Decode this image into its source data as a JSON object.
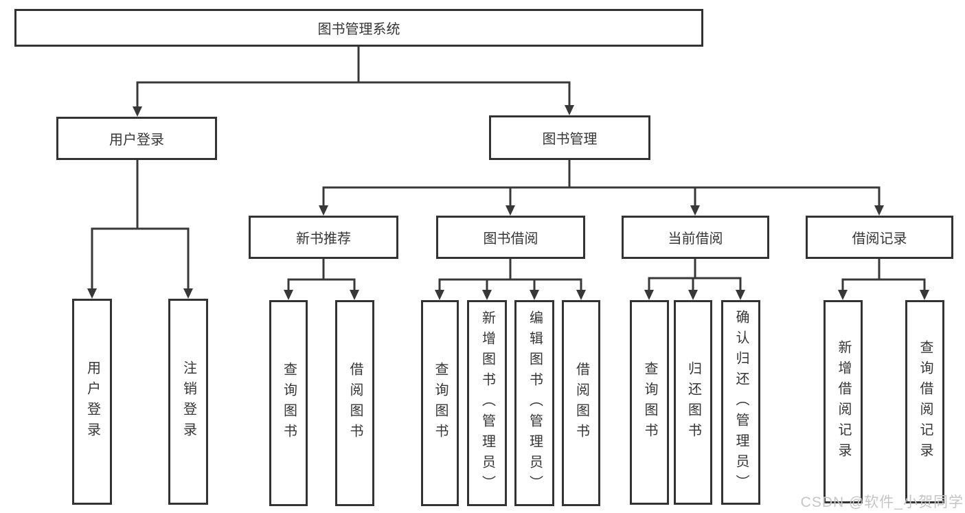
{
  "nodes": {
    "root": {
      "label": "图书管理系统"
    },
    "user_login": {
      "label": "用户登录"
    },
    "book_management": {
      "label": "图书管理"
    },
    "login": {
      "label": "用户登录"
    },
    "logout": {
      "label": "注销登录"
    },
    "new_book_recommend": {
      "label": "新书推荐"
    },
    "book_borrow": {
      "label": "图书借阅"
    },
    "current_borrow": {
      "label": "当前借阅"
    },
    "borrow_record": {
      "label": "借阅记录"
    },
    "nb_query_book": {
      "label": "查询图书"
    },
    "nb_borrow_book": {
      "label": "借阅图书"
    },
    "bb_query_book": {
      "label": "查询图书"
    },
    "bb_add_book": {
      "label": "新增图书（管理员）"
    },
    "bb_edit_book": {
      "label": "编辑图书（管理员）"
    },
    "bb_borrow_book": {
      "label": "借阅图书"
    },
    "cb_query_book": {
      "label": "查询图书"
    },
    "cb_return_book": {
      "label": "归还图书"
    },
    "cb_confirm_return": {
      "label": "确认归还（管理员）"
    },
    "br_add_record": {
      "label": "新增借阅记录"
    },
    "br_query_record": {
      "label": "查询借阅记录"
    }
  },
  "watermark": {
    "label": "CSDN @软件_小贺同学",
    "color": "#c5c5c5"
  },
  "colors": {
    "line": "#383838",
    "box_border": "#333333",
    "text": "#363636",
    "background": "#ffffff"
  }
}
